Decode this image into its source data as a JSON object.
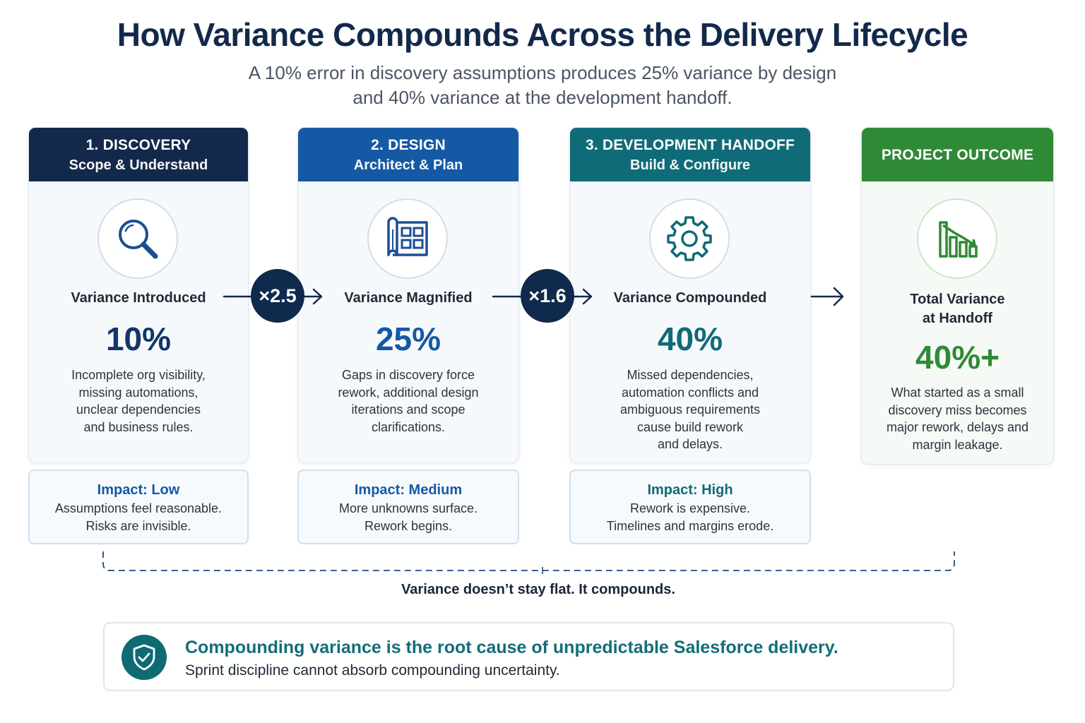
{
  "header": {
    "title": "How Variance Compounds Across the Delivery Lifecycle",
    "subtitle_line1": "A 10% error in discovery assumptions produces 25% variance by design",
    "subtitle_line2": "and 40% variance at the development handoff."
  },
  "stages": [
    {
      "heading": "1. DISCOVERY",
      "subheading": "Scope & Understand",
      "icon": "magnifying-glass-icon",
      "label": "Variance Introduced",
      "value": "10%",
      "desc": [
        "Incomplete org visibility,",
        "missing automations,",
        "unclear dependencies",
        "and business rules."
      ],
      "impact_title": "Impact: Low",
      "impact_line1": "Assumptions feel reasonable.",
      "impact_line2": "Risks are invisible.",
      "header_color": "#13294b",
      "accent_color": "#13356b"
    },
    {
      "heading": "2. DESIGN",
      "subheading": "Architect & Plan",
      "icon": "blueprint-icon",
      "label": "Variance Magnified",
      "value": "25%",
      "desc": [
        "Gaps in discovery force",
        "rework, additional design",
        "iterations and scope",
        "clarifications."
      ],
      "impact_title": "Impact: Medium",
      "impact_line1": "More unknowns surface.",
      "impact_line2": "Rework begins.",
      "header_color": "#1559a5",
      "accent_color": "#1559a5"
    },
    {
      "heading": "3. DEVELOPMENT HANDOFF",
      "subheading": "Build & Configure",
      "icon": "gear-icon",
      "label": "Variance Compounded",
      "value": "40%",
      "desc": [
        "Missed dependencies,",
        "automation conflicts and",
        "ambiguous requirements",
        "cause build rework",
        "and delays."
      ],
      "impact_title": "Impact: High",
      "impact_line1": "Rework is expensive.",
      "impact_line2": "Timelines and margins erode.",
      "header_color": "#0f6b78",
      "accent_color": "#0f6b78"
    }
  ],
  "outcome": {
    "heading": "PROJECT OUTCOME",
    "icon": "declining-bar-chart-icon",
    "label_line1": "Total Variance",
    "label_line2": "at Handoff",
    "value": "40%+",
    "desc": [
      "What started as a small",
      "discovery miss becomes",
      "major rework, delays and",
      "margin leakage."
    ],
    "header_color": "#2f8a35",
    "accent_color": "#2f8a35"
  },
  "multipliers": [
    "×2.5",
    "×1.6"
  ],
  "compound_note": "Variance doesn’t stay flat. It compounds.",
  "callout": {
    "icon": "shield-check-icon",
    "title": "Compounding variance is the root cause of unpredictable Salesforce delivery.",
    "subtitle": "Sprint discipline cannot absorb compounding uncertainty."
  }
}
